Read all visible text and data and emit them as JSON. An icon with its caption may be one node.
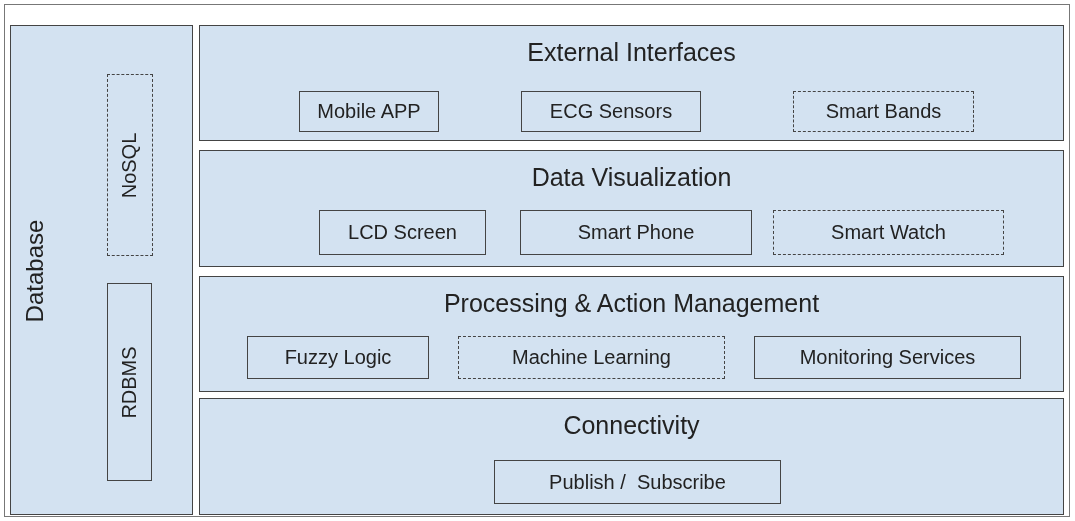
{
  "diagram": {
    "nodes": [
      {
        "text": [
          "Database"
        ]
      },
      {
        "text": [
          "NoSQL"
        ],
        "in": 0
      },
      {
        "text": [
          "RDBMS"
        ],
        "in": 0
      },
      {
        "text": [
          "External Interfaces"
        ]
      },
      {
        "text": [
          "Mobile APP"
        ],
        "in": 3
      },
      {
        "text": [
          "ECG Sensors"
        ],
        "in": 3
      },
      {
        "text": [
          "Smart Bands"
        ],
        "in": 3
      },
      {
        "text": [
          "Data Visualization"
        ]
      },
      {
        "text": [
          "LCD Screen"
        ],
        "in": 7
      },
      {
        "text": [
          "Smart Phone"
        ],
        "in": 7
      },
      {
        "text": [
          "Smart Watch"
        ],
        "in": 7
      },
      {
        "text": [
          "Processing & Action Management"
        ]
      },
      {
        "text": [
          "Fuzzy Logic"
        ],
        "in": 11
      },
      {
        "text": [
          "Machine Learning"
        ],
        "in": 11
      },
      {
        "text": [
          "Monitoring Services"
        ],
        "in": 11
      },
      {
        "text": [
          "Connectivity"
        ]
      },
      {
        "text": [
          "Publish /  Subscribe"
        ],
        "in": 15
      }
    ]
  }
}
